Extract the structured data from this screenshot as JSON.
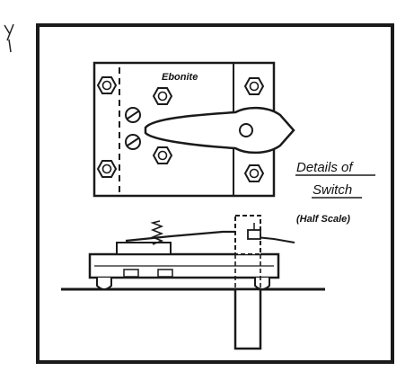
{
  "diagram": {
    "labels": {
      "material": "Ebonite",
      "caption_line1": "Details of",
      "caption_line2": "Switch",
      "scale_note": "(Half Scale)"
    },
    "colors": {
      "ink": "#1a1a1a",
      "paper": "#ffffff"
    }
  }
}
